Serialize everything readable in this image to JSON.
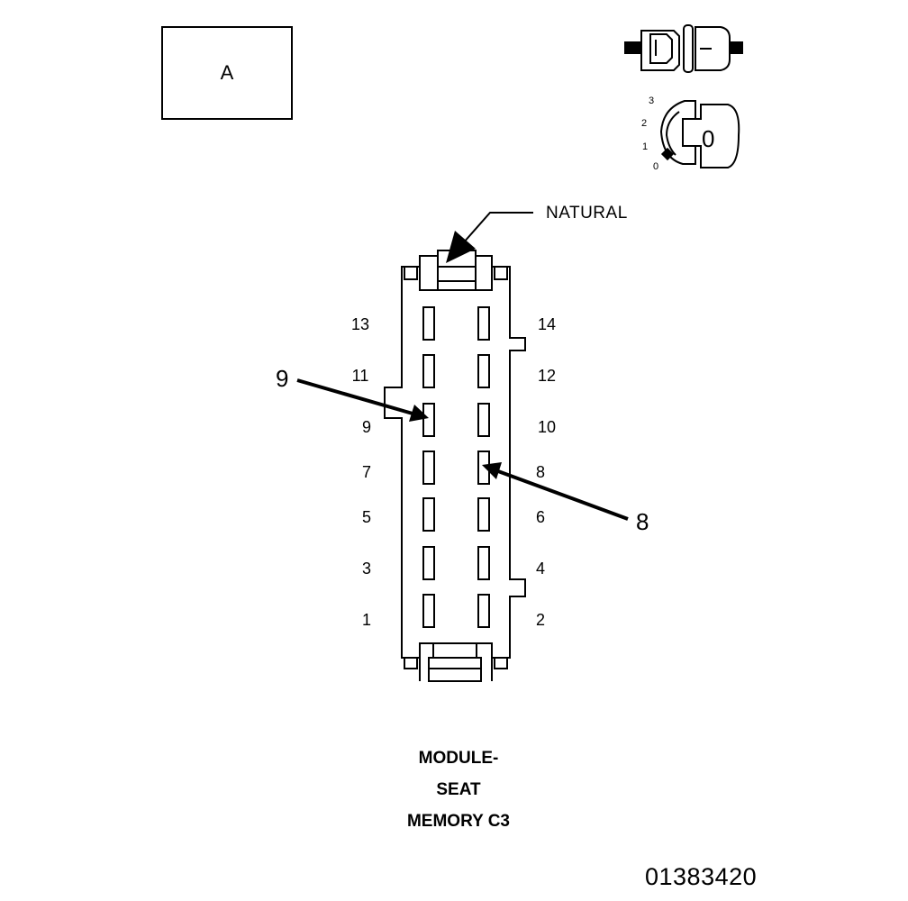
{
  "view_box": {
    "label": "A"
  },
  "natural_label": "NATURAL",
  "lock_icon": {
    "positions": [
      "3",
      "2",
      "1",
      "0"
    ],
    "state": "0"
  },
  "pins": {
    "left": [
      "13",
      "11",
      "9",
      "7",
      "5",
      "3",
      "1"
    ],
    "right": [
      "14",
      "12",
      "10",
      "8",
      "6",
      "4",
      "2"
    ]
  },
  "callouts": {
    "left": "9",
    "right": "8"
  },
  "title": {
    "line1": "MODULE-",
    "line2": "SEAT",
    "line3": "MEMORY C3"
  },
  "figure_id": "01383420"
}
